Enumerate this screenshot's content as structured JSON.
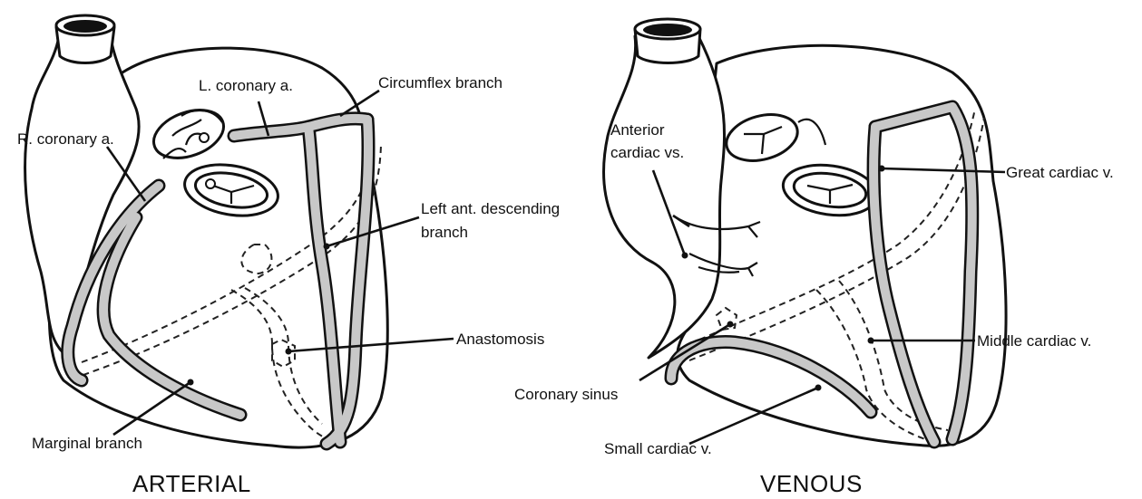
{
  "arterial": {
    "title": "ARTERIAL",
    "labels": {
      "l_coronary": "L. coronary a.",
      "circumflex": "Circumflex branch",
      "r_coronary": "R. coronary a.",
      "lad_1": "Left ant. descending",
      "lad_2": "branch",
      "anastomosis": "Anastomosis",
      "marginal": "Marginal branch"
    }
  },
  "venous": {
    "title": "VENOUS",
    "labels": {
      "anterior_1": "Anterior",
      "anterior_2": "cardiac vs.",
      "great": "Great cardiac v.",
      "middle": "Middle cardiac v.",
      "coronary_sinus": "Coronary sinus",
      "small": "Small cardiac v."
    }
  },
  "colors": {
    "line": "#111111",
    "vessel_fill": "#c8c8c8",
    "background": "#ffffff"
  }
}
